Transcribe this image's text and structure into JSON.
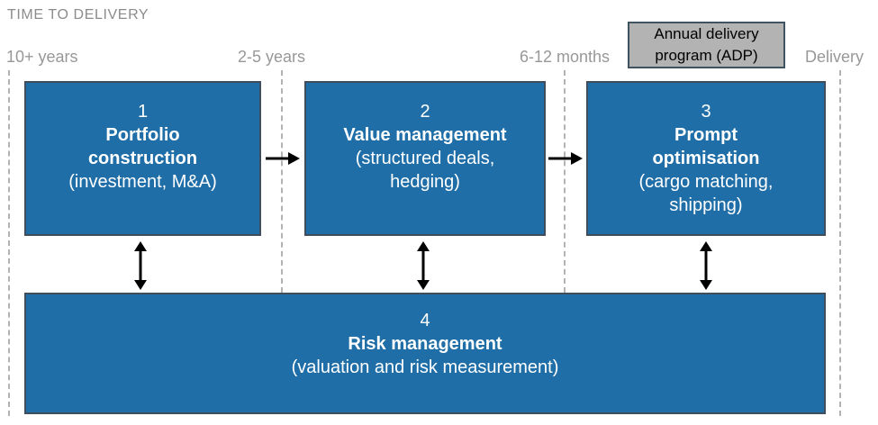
{
  "header": {
    "title": "TIME TO DELIVERY"
  },
  "timeline": {
    "labels": [
      {
        "text": "10+ years"
      },
      {
        "text": "2-5 years"
      },
      {
        "text": "6-12 months"
      },
      {
        "text": "Delivery"
      }
    ]
  },
  "adp_box": {
    "text": "Annual delivery\nprogram (ADP)"
  },
  "boxes": [
    {
      "number": "1",
      "title": "Portfolio\nconstruction",
      "subtitle": "(investment, M&A)"
    },
    {
      "number": "2",
      "title": "Value management",
      "subtitle": "(structured deals,\nhedging)"
    },
    {
      "number": "3",
      "title": "Prompt\noptimisation",
      "subtitle": "(cargo matching,\nshipping)"
    },
    {
      "number": "4",
      "title": "Risk management",
      "subtitle": "(valuation and risk measurement)"
    }
  ],
  "colors": {
    "box_fill": "#1f6ea7",
    "box_border": "#3f4e5c",
    "adp_fill": "#b3b3b3",
    "adp_border": "#3f5361",
    "title_gray": "#8c8c8c",
    "label_gray": "#989898",
    "dash_gray": "#b3b3b3",
    "arrow_black": "#000000"
  }
}
